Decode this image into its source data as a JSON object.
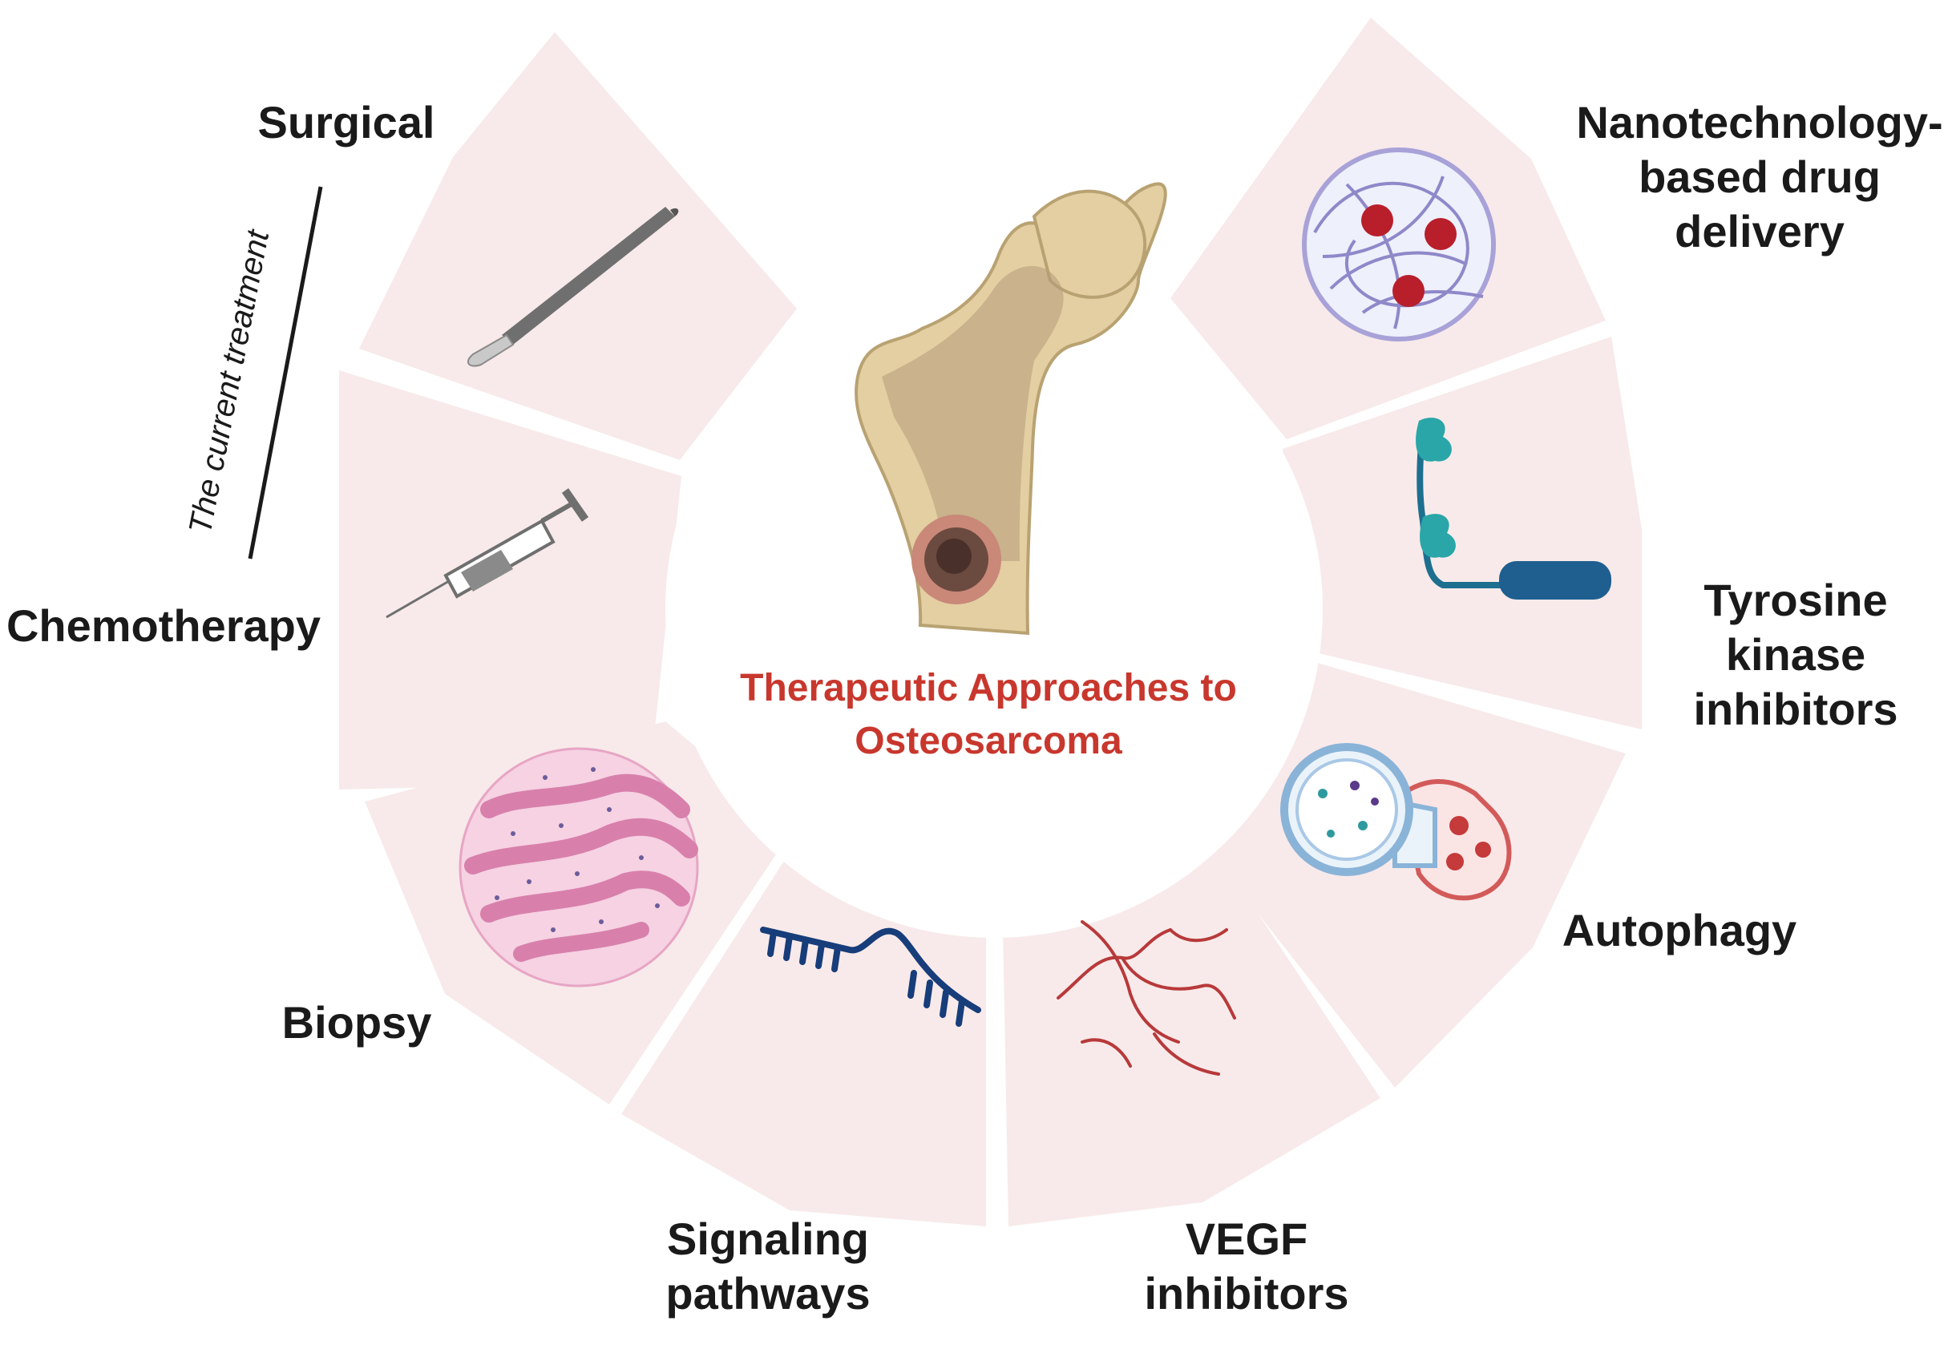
{
  "diagram": {
    "center_title_line1": "Therapeutic Approaches to",
    "center_title_line2": "Osteosarcoma",
    "side_note": "The current treatment",
    "colors": {
      "segment_fill": "#f8eaea",
      "center_title": "#c8372d",
      "label_text": "#1a1a1a",
      "background": "#ffffff"
    },
    "segments": [
      {
        "id": "surgical",
        "lines": [
          "Surgical"
        ],
        "icon": "scalpel-icon"
      },
      {
        "id": "chemotherapy",
        "lines": [
          "Chemotherapy"
        ],
        "icon": "syringe-icon"
      },
      {
        "id": "biopsy",
        "lines": [
          "Biopsy"
        ],
        "icon": "tissue-sample-icon"
      },
      {
        "id": "signaling",
        "lines": [
          "Signaling",
          "pathways"
        ],
        "icon": "rna-strand-icon"
      },
      {
        "id": "vegf",
        "lines": [
          "VEGF",
          "inhibitors"
        ],
        "icon": "blood-vessels-icon"
      },
      {
        "id": "autophagy",
        "lines": [
          "Autophagy"
        ],
        "icon": "autophagosome-icon"
      },
      {
        "id": "tyrosine",
        "lines": [
          "Tyrosine",
          "kinase",
          "inhibitors"
        ],
        "icon": "receptor-tyrosine-kinase-icon"
      },
      {
        "id": "nano",
        "lines": [
          "Nanotechnology-",
          "based drug",
          "delivery"
        ],
        "icon": "nanoparticle-icon"
      }
    ]
  }
}
